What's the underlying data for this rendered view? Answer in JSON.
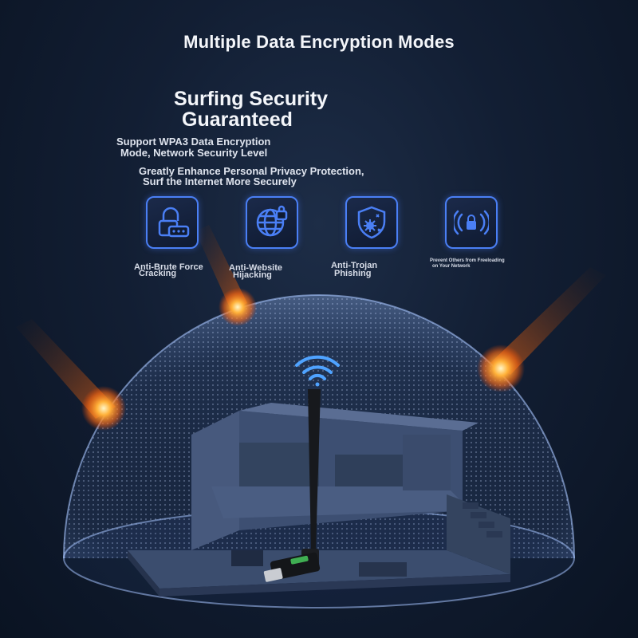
{
  "header": {
    "title": "Multiple Data Encryption Modes"
  },
  "headline": {
    "line1": "Surfing Security",
    "line2": "Guaranteed"
  },
  "subtext": {
    "line1": "Support WPA3 Data Encryption",
    "line2": "Mode, Network Security Level",
    "line3": "Greatly Enhance Personal Privacy Protection,",
    "line4": "Surf the Internet More Securely"
  },
  "features": [
    {
      "icon": "lock-password-icon",
      "line1": "Anti-Brute Force",
      "line2": "Cracking"
    },
    {
      "icon": "globe-lock-icon",
      "line1": "Anti-Website",
      "line2": "Hijacking"
    },
    {
      "icon": "shield-virus-icon",
      "line1": "Anti-Trojan",
      "line2": "Phishing"
    },
    {
      "icon": "wifi-lock-icon",
      "line1": "Prevent Others from Freeloading",
      "line2": "on Your Network"
    }
  ],
  "colors": {
    "accent": "#4a7ff5",
    "wifi": "#4fa3ff",
    "dome": "#5b86d6",
    "fire": "#ff8a1a"
  }
}
